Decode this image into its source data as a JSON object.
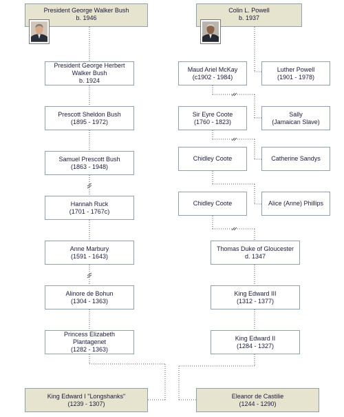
{
  "bush": {
    "name": "President George Walker Bush",
    "born": "b. 1946",
    "ancestors": [
      {
        "l1": "President George Herbert",
        "l2": "Walker  Bush",
        "l3": "b. 1924"
      },
      {
        "l1": "Prescott Sheldon Bush",
        "l2": "(1895 - 1972)"
      },
      {
        "l1": "Samuel Prescott Bush",
        "l2": "(1863 - 1948)"
      },
      {
        "l1": "Hannah Ruck",
        "l2": "(1701 - 1767c)"
      },
      {
        "l1": "Anne Marbury",
        "l2": "(1591 - 1643)"
      },
      {
        "l1": "Alinore de Bohun",
        "l2": "(1304 - 1363)"
      },
      {
        "l1": "Princess Elizabeth",
        "l2": "Plantagenet",
        "l3": "(1282 - 1363)"
      }
    ]
  },
  "powell": {
    "name": "Colin L. Powell",
    "born": "b. 1937",
    "ancestors": [
      {
        "l1": "Maud Ariel McKay",
        "l2": "(c1902 - 1984)"
      },
      {
        "l1": "Sir Eyre Coote",
        "l2": "(1760 - 1823)"
      },
      {
        "l1": "Chidley Coote"
      },
      {
        "l1": "Chidley Coote"
      },
      {
        "l1": "Thomas Duke of Gloucester",
        "l2": "d. 1347"
      },
      {
        "l1": "King Edward III",
        "l2": "(1312 - 1377)"
      },
      {
        "l1": "King Edward II",
        "l2": "(1284 - 1327)"
      }
    ],
    "spouses": [
      {
        "l1": "Luther Powell",
        "l2": "(1901 - 1978)"
      },
      {
        "l1": "Sally",
        "l2": "(Jamaican Slave)"
      },
      {
        "l1": "Catherine Sandys"
      },
      {
        "l1": "Alice (Anne) Phillips"
      }
    ]
  },
  "common": {
    "king": {
      "l1": "King Edward I \"Longshanks\"",
      "l2": "(1239 - 1307)"
    },
    "queen": {
      "l1": "Eleanor de Castilie",
      "l2": "(1244 - 1290)"
    }
  },
  "colors": {
    "top_fill": "#e6e3cf",
    "box_border": "#8ea0b0",
    "text": "#1a1a3a",
    "connector": "#555555"
  },
  "icons": [
    "bush-portrait-icon",
    "powell-portrait-icon"
  ]
}
